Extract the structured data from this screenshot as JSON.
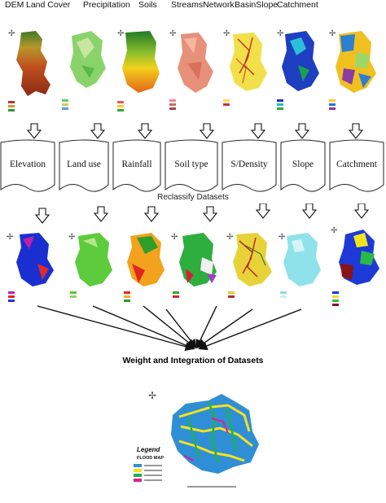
{
  "top_labels": {
    "dem": "DEM",
    "land_cover": "Land Cover",
    "precipitation": "Precipitation",
    "soils": "Soils",
    "streams_network": "StreamsNetwork",
    "basin_slope": "BasinSlope",
    "catchment": "Catchment"
  },
  "factors": [
    "Elevation",
    "Land use",
    "Rainfall",
    "Soil type",
    "S/Density",
    "Slope",
    "Catchment"
  ],
  "reclassify_caption": "Reclassify Datasets",
  "weight_caption": "Weight and Integration of Datasets",
  "final_map": {
    "legend_title": "Legend",
    "flood_map_title": "FLOOD MAP"
  },
  "colors": {
    "doc_stroke": "#222222",
    "arrow": "#111111",
    "flood_blue": "#2f8fd6",
    "flood_yellow": "#f5e21a",
    "flood_green": "#20b24a",
    "flood_magenta": "#e0208c"
  }
}
